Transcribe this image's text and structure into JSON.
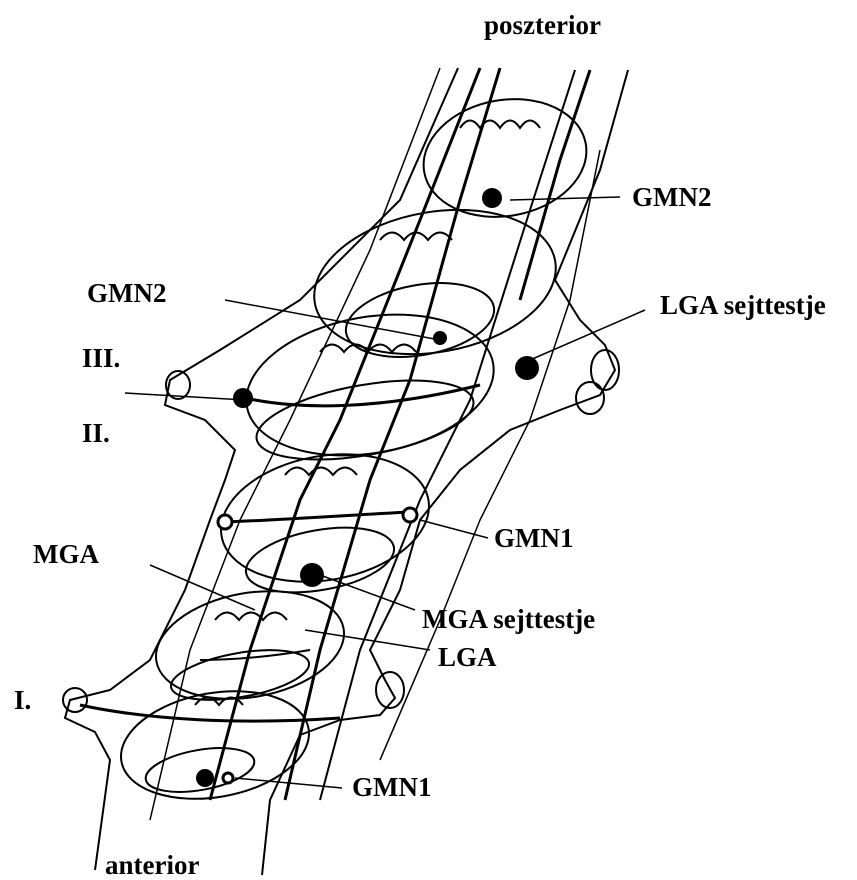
{
  "labels": {
    "posterior": "poszterior",
    "anterior": "anterior",
    "gmn2_top": "GMN2",
    "gmn2_left": "GMN2",
    "lga_cell": "LGA sejttestje",
    "seg_iii": "III.",
    "seg_ii": "II.",
    "seg_i": "I.",
    "mga": "MGA",
    "gmn1_mid": "GMN1",
    "mga_cell": "MGA sejttestje",
    "lga": "LGA",
    "gmn1_bottom": "GMN1"
  },
  "colors": {
    "ink": "#000000",
    "background": "#ffffff"
  }
}
